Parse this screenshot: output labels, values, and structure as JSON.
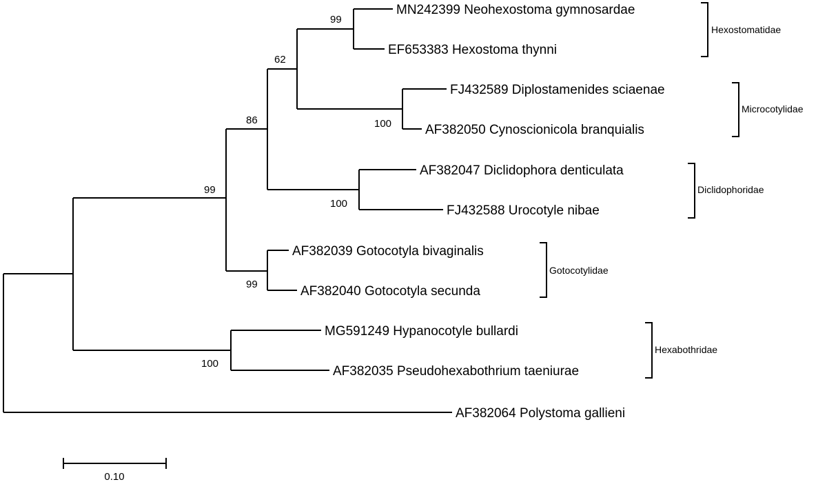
{
  "taxa": [
    {
      "id": "t1",
      "label": "MN242399 Neohexostoma gymnosardae",
      "color": "#ff0000"
    },
    {
      "id": "t2",
      "label": "EF653383 Hexostoma thynni",
      "color": "#000000"
    },
    {
      "id": "t3",
      "label": "FJ432589 Diplostamenides sciaenae",
      "color": "#000000"
    },
    {
      "id": "t4",
      "label": "AF382050 Cynoscionicola branquialis",
      "color": "#000000"
    },
    {
      "id": "t5",
      "label": "AF382047 Diclidophora denticulata",
      "color": "#000000"
    },
    {
      "id": "t6",
      "label": "FJ432588 Urocotyle nibae",
      "color": "#000000"
    },
    {
      "id": "t7",
      "label": "AF382039 Gotocotyla bivaginalis",
      "color": "#000000"
    },
    {
      "id": "t8",
      "label": "AF382040 Gotocotyla secunda",
      "color": "#000000"
    },
    {
      "id": "t9",
      "label": "MG591249 Hypanocotyle bullardi",
      "color": "#000000"
    },
    {
      "id": "t10",
      "label": "AF382035 Pseudohexabothrium taeniurae",
      "color": "#000000"
    },
    {
      "id": "t11",
      "label": "AF382064 Polystoma gallieni",
      "color": "#000000"
    }
  ],
  "bootstrap": {
    "hexostoma_clade": "99",
    "hexo_micro_clade": "62",
    "micro_clade": "100",
    "hexo_micro_diclido_clade": "86",
    "diclido_clade": "100",
    "main_ingroup_clade": "99",
    "gotocotyla_clade": "99",
    "hexabothrid_clade": "100"
  },
  "families": [
    {
      "id": "f1",
      "label": "Hexostomatidae"
    },
    {
      "id": "f2",
      "label": "Microcotylidae"
    },
    {
      "id": "f3",
      "label": "Diclidophoridae"
    },
    {
      "id": "f4",
      "label": "Gotocotylidae"
    },
    {
      "id": "f5",
      "label": "Hexabothridae"
    }
  ],
  "scale_bar": {
    "label": "0.10"
  }
}
